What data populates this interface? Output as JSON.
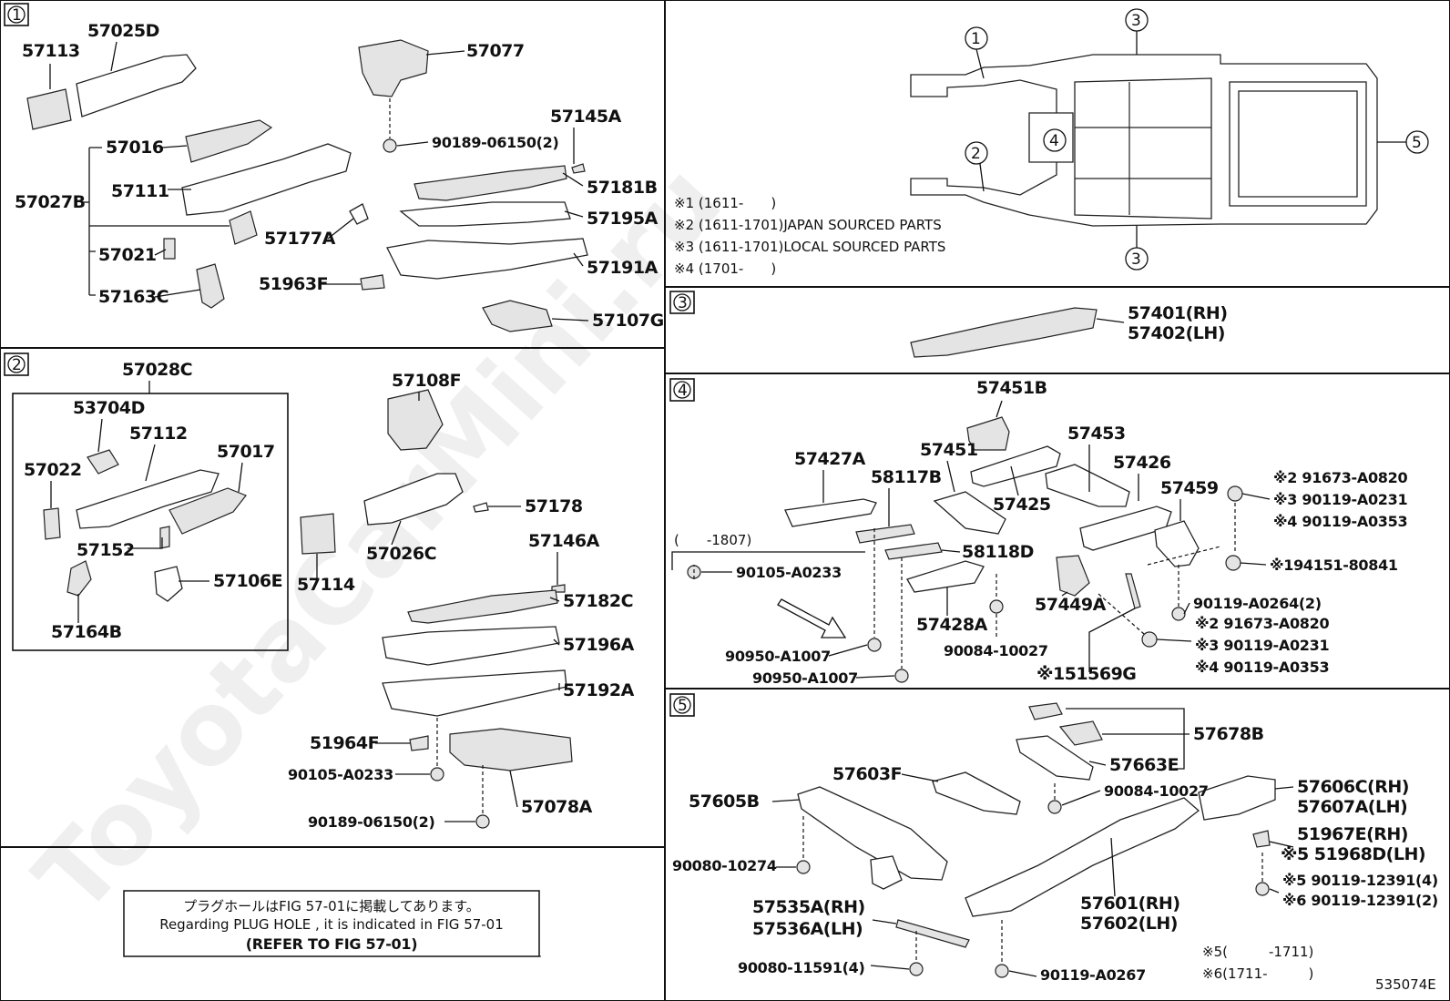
{
  "sections": {
    "s1": "1",
    "s2": "2",
    "s3": "3",
    "s4": "4",
    "s5": "5"
  },
  "watermark": "ToyotaCarMini.ru",
  "legend": {
    "n1": "※1 (1611-　　)",
    "n2": "※2 (1611-1701)JAPAN SOURCED PARTS",
    "n3": "※3 (1611-1701)LOCAL SOURCED PARTS",
    "n4": "※4 (1701-　　)"
  },
  "overview": {
    "c1": "1",
    "c2": "2",
    "c3": "3",
    "c3b": "3",
    "c4": "4",
    "c5": "5"
  },
  "sec1": {
    "p57113": "57113",
    "p57025D": "57025D",
    "p57077": "57077",
    "p90189": "90189-06150(2)",
    "p57145A": "57145A",
    "p57016": "57016",
    "p57027B": "57027B",
    "p57111": "57111",
    "p57181B": "57181B",
    "p57195A": "57195A",
    "p57177A": "57177A",
    "p57021": "57021",
    "p51963F": "51963F",
    "p57191A": "57191A",
    "p57163C": "57163C",
    "p57107G": "57107G"
  },
  "sec2": {
    "p57028C": "57028C",
    "p57108F": "57108F",
    "p53704D": "53704D",
    "p57112": "57112",
    "p57017": "57017",
    "p57022": "57022",
    "p57178": "57178",
    "p57152": "57152",
    "p57106E": "57106E",
    "p57146A": "57146A",
    "p57114": "57114",
    "p57026C": "57026C",
    "p57164B": "57164B",
    "p57182C": "57182C",
    "p57196A": "57196A",
    "p57192A": "57192A",
    "p51964F": "51964F",
    "p90105": "90105-A0233",
    "p57078A": "57078A",
    "p90189b": "90189-06150(2)"
  },
  "plug_note": {
    "jp": "プラグホールはFIG 57-01に掲載してあります。",
    "en": "Regarding PLUG HOLE , it is indicated in FIG 57-01",
    "ref": "(REFER TO FIG 57-01)"
  },
  "sec3": {
    "rh": "57401(RH)",
    "lh": "57402(LH)"
  },
  "sec4": {
    "p57451B": "57451B",
    "p57453": "57453",
    "p57427A": "57427A",
    "p57451": "57451",
    "p58117B": "58117B",
    "p57426": "57426",
    "p57425": "57425",
    "p57459": "57459",
    "r1": "※2 91673-A0820",
    "r2": "※3 90119-A0231",
    "r3": "※4 90119-A0353",
    "p1807": "(　　-1807)",
    "p90105": "90105-A0233",
    "p58118D": "58118D",
    "r4": "※194151-80841",
    "p57428A": "57428A",
    "p57449A": "57449A",
    "r5": "90119-A0264(2)",
    "r6": "※2 91673-A0820",
    "r7": "※3 90119-A0231",
    "r8": "※4 90119-A0353",
    "p90950a": "90950-A1007",
    "p90084": "90084-10027",
    "p90950b": "90950-A1007",
    "p51569G": "※151569G"
  },
  "sec5": {
    "p57678B": "57678B",
    "p57663E": "57663E",
    "p57603F": "57603F",
    "p90084": "90084-10027",
    "p57606C": "57606C(RH)",
    "p57607A": "57607A(LH)",
    "p57605B": "57605B",
    "p51967E": "51967E(RH)",
    "p51968D": "※5 51968D(LH)",
    "p90080a": "90080-10274",
    "r1": "※5 90119-12391(4)",
    "r2": "※6 90119-12391(2)",
    "p57535A": "57535A(RH)",
    "p57536A": "57536A(LH)",
    "p57601": "57601(RH)",
    "p57602": "57602(LH)",
    "n5": "※5(　　　-1711)",
    "n6": "※6(1711-　　　)",
    "p90080b": "90080-11591(4)",
    "p90119": "90119-A0267",
    "code": "535074E"
  }
}
